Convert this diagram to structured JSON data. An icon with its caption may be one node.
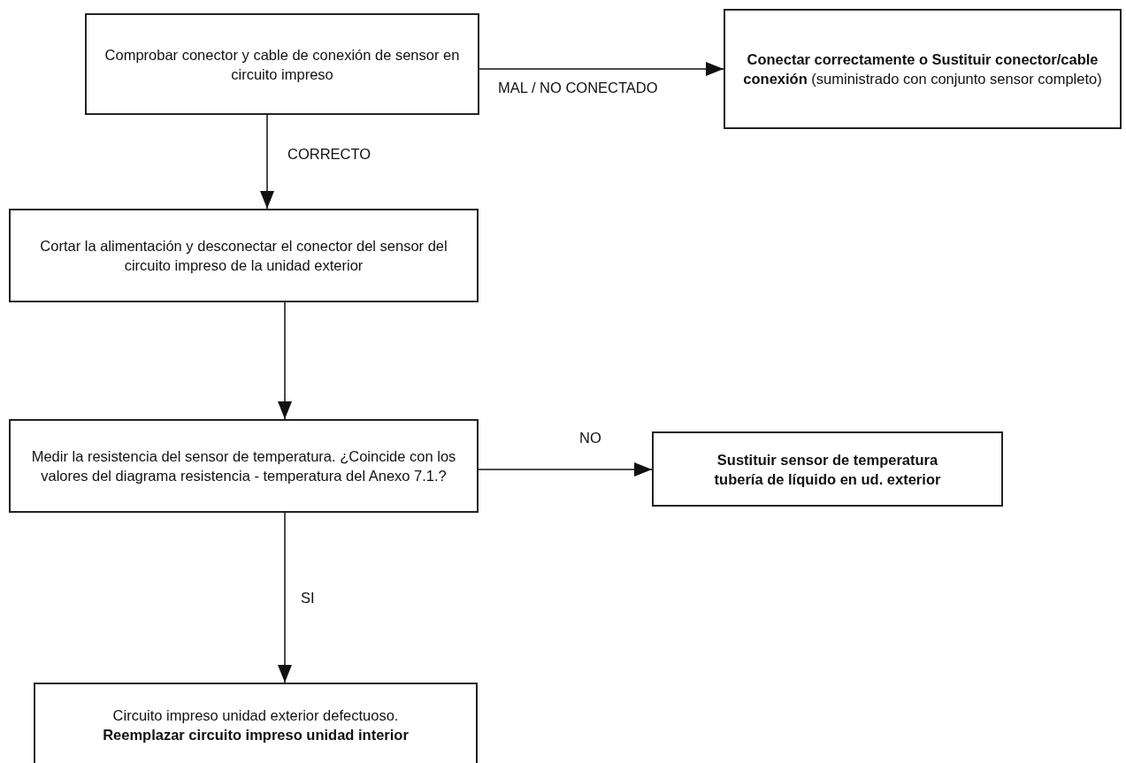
{
  "diagram": {
    "nodes": [
      {
        "text": [
          "Comprobar conector y cable de conexión de sensor en circuito impreso"
        ]
      },
      {
        "text": [
          "**Conectar correctamente o Sustituir conector/cable conexión** (suministrado con conjunto sensor completo)"
        ]
      },
      {
        "text": [
          "Cortar la alimentación y desconectar el conector del sensor del circuito impreso de la unidad exterior"
        ]
      },
      {
        "text": [
          "Medir la resistencia del sensor de temperatura. ¿Coincide con los valores del diagrama resistencia - temperatura del Anexo 7.1.?"
        ]
      },
      {
        "text": [
          "Sustituir sensor de temperatura tubería de líquido en ud. exterior"
        ]
      },
      {
        "text": [
          "Circuito impreso unidad exterior defectuoso.",
          "Reemplazar circuito impreso unidad interior"
        ]
      }
    ],
    "edges": [
      {
        "from": 0,
        "to": 1,
        "arrow": "to",
        "label": "MAL / NO CONECTADO"
      },
      {
        "from": 0,
        "to": 2,
        "arrow": "to",
        "label": "CORRECTO"
      },
      {
        "from": 2,
        "to": 3,
        "arrow": "to"
      },
      {
        "from": 3,
        "to": 4,
        "arrow": "to",
        "label": "NO"
      },
      {
        "from": 3,
        "to": 5,
        "arrow": "to",
        "label": "SI"
      }
    ]
  }
}
